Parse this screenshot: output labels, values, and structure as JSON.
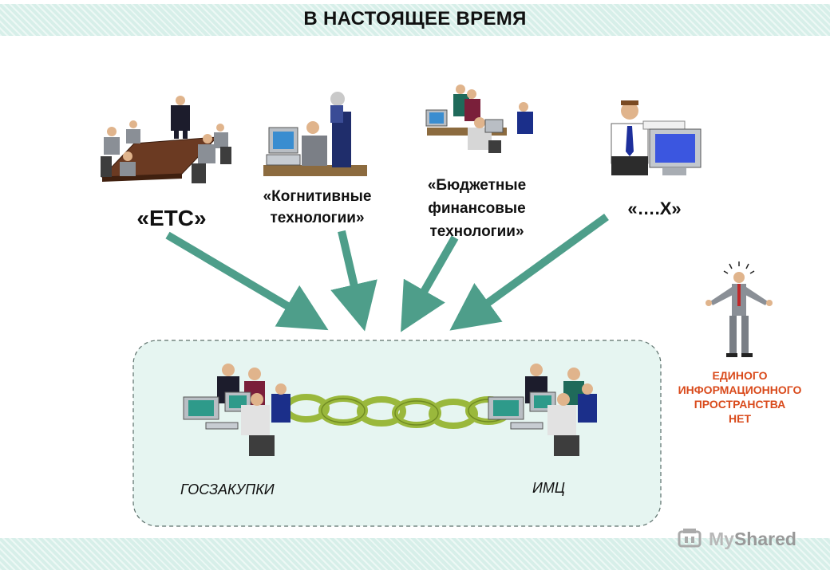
{
  "header": {
    "title": "В НАСТОЯЩЕЕ ВРЕМЯ"
  },
  "sources": [
    {
      "label": "«ЕТС»"
    },
    {
      "label_line1": "«Когнитивные",
      "label_line2": "технологии»"
    },
    {
      "label_line1": "«Бюджетные",
      "label_line2": "финансовые",
      "label_line3": "технологии»"
    },
    {
      "label": "«….Х»"
    }
  ],
  "nodes": {
    "left": "ГОСЗАКУПКИ",
    "right": "ИМЦ"
  },
  "warning": {
    "line1": "ЕДИНОГО",
    "line2": "ИНФОРМАЦИОННОГО",
    "line3": "ПРОСТРАНСТВА",
    "line4": "НЕТ"
  },
  "watermark": {
    "my": "My",
    "shared": "Shared"
  },
  "colors": {
    "arrow": "#4e9e8a",
    "chain": "#9ab83c",
    "band": "#d7efe9",
    "warning": "#d94a1b",
    "frame_fill": "#e6f5f1"
  }
}
